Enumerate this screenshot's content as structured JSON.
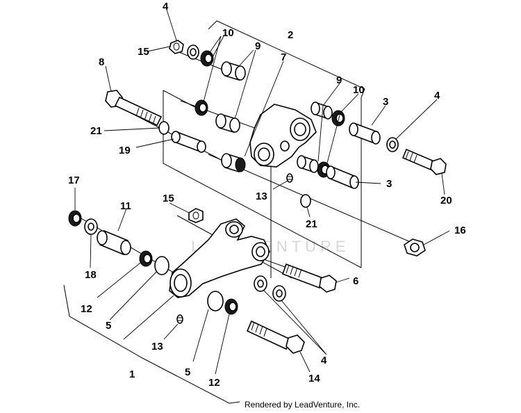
{
  "callouts": {
    "c1": "1",
    "c2": "2",
    "c3a": "3",
    "c3b": "3",
    "c4a": "4",
    "c4b": "4",
    "c4c": "4",
    "c5a": "5",
    "c5b": "5",
    "c6": "6",
    "c7": "7",
    "c8": "8",
    "c9a": "9",
    "c9b": "9",
    "c10a": "10",
    "c10b": "10",
    "c11": "11",
    "c12a": "12",
    "c12b": "12",
    "c13a": "13",
    "c13b": "13",
    "c14": "14",
    "c15a": "15",
    "c15b": "15",
    "c16": "16",
    "c17": "17",
    "c18": "18",
    "c19": "19",
    "c20": "20",
    "c21a": "21",
    "c21b": "21"
  },
  "watermark": "LEADVENTURE",
  "credit": "Rendered by LeadVenture, Inc."
}
